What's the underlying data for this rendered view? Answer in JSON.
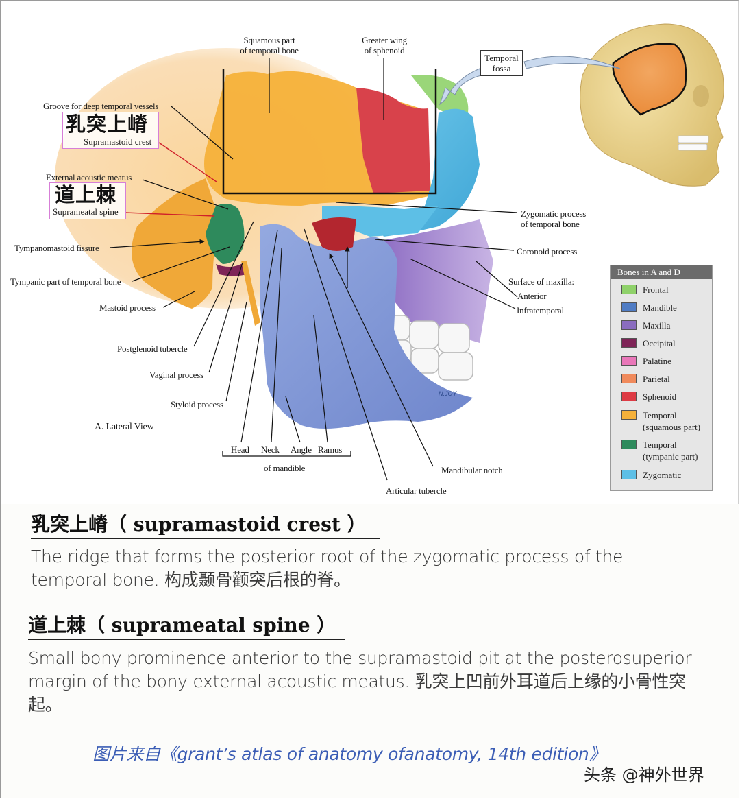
{
  "figure": {
    "view_label": "A. Lateral View",
    "credit_mark": "N.JOY",
    "top_labels": {
      "squamous_part": "Squamous part\nof temporal bone",
      "greater_wing": "Greater wing\nof sphenoid",
      "temporal_fossa": "Temporal\nfossa"
    },
    "left_labels": {
      "groove": "Groove for deep temporal vessels",
      "external_acoustic_meatus": "External acoustic meatus",
      "tympanomastoid_fissure": "Tympanomastoid fissure",
      "tympanic_part": "Tympanic part of temporal bone",
      "mastoid_process": "Mastoid process",
      "postglenoid_tubercle": "Postglenoid tubercle",
      "vaginal_process": "Vaginal process",
      "styloid_process": "Styloid process"
    },
    "highlight_labels": {
      "supramastoid": {
        "cn": "乳突上嵴",
        "en": "Supramastoid crest"
      },
      "suprameatal": {
        "cn": "道上棘",
        "en": "Suprameatal spine"
      }
    },
    "right_labels": {
      "zygomatic_process": "Zygomatic process\nof temporal bone",
      "coronoid_process": "Coronoid process",
      "surface_of_maxilla": "Surface of maxilla:",
      "anterior": "Anterior",
      "infratemporal": "Infratemporal"
    },
    "bottom_labels": {
      "head": "Head",
      "neck": "Neck",
      "angle": "Angle",
      "ramus": "Ramus",
      "of_mandible": "of mandible",
      "mandibular_notch": "Mandibular notch",
      "articular_tubercle": "Articular tubercle"
    }
  },
  "legend": {
    "title": "Bones in A and D",
    "items": [
      {
        "label": "Frontal",
        "color": "#8fd16a"
      },
      {
        "label": "Mandible",
        "color": "#4f7cc4"
      },
      {
        "label": "Maxilla",
        "color": "#8a6cbf"
      },
      {
        "label": "Occipital",
        "color": "#7e2457"
      },
      {
        "label": "Palatine",
        "color": "#e977b9"
      },
      {
        "label": "Parietal",
        "color": "#f08a5c"
      },
      {
        "label": "Sphenoid",
        "color": "#de3b45"
      },
      {
        "label": "Temporal\n(squamous part)",
        "color": "#f5b13a"
      },
      {
        "label": "Temporal\n(tympanic part)",
        "color": "#2e8a5c"
      },
      {
        "label": "Zygomatic",
        "color": "#5dbfe6"
      }
    ]
  },
  "terms": [
    {
      "heading": "乳突上嵴（ supramastoid crest ）",
      "description": "The ridge that forms the posterior root of the zygomatic process of the temporal bone. 构成颞骨颧突后根的脊。"
    },
    {
      "heading": "道上棘（ suprameatal spine ）",
      "description": "Small bony prominence anterior to the supramastoid pit at the posterosuperior margin of the bony external acoustic meatus. 乳突上凹前外耳道后上缘的小骨性突起。"
    }
  ],
  "source": "图片来自《grant’s atlas of anatomy ofanatomy, 14th edition》",
  "watermark": "头条 @神外世界",
  "colors": {
    "temporal_squamous": "#f5b13a",
    "temporal_tympanic": "#2e8a5c",
    "sphenoid": "#d8424b",
    "zygomatic": "#5dbfe6",
    "mandible": "#7d97d8",
    "maxilla": "#9c7cc8",
    "frontal": "#8fd16a",
    "occipital": "#7e2457",
    "highlight_box": "#d77fd7",
    "source_link": "#3b5db5"
  }
}
